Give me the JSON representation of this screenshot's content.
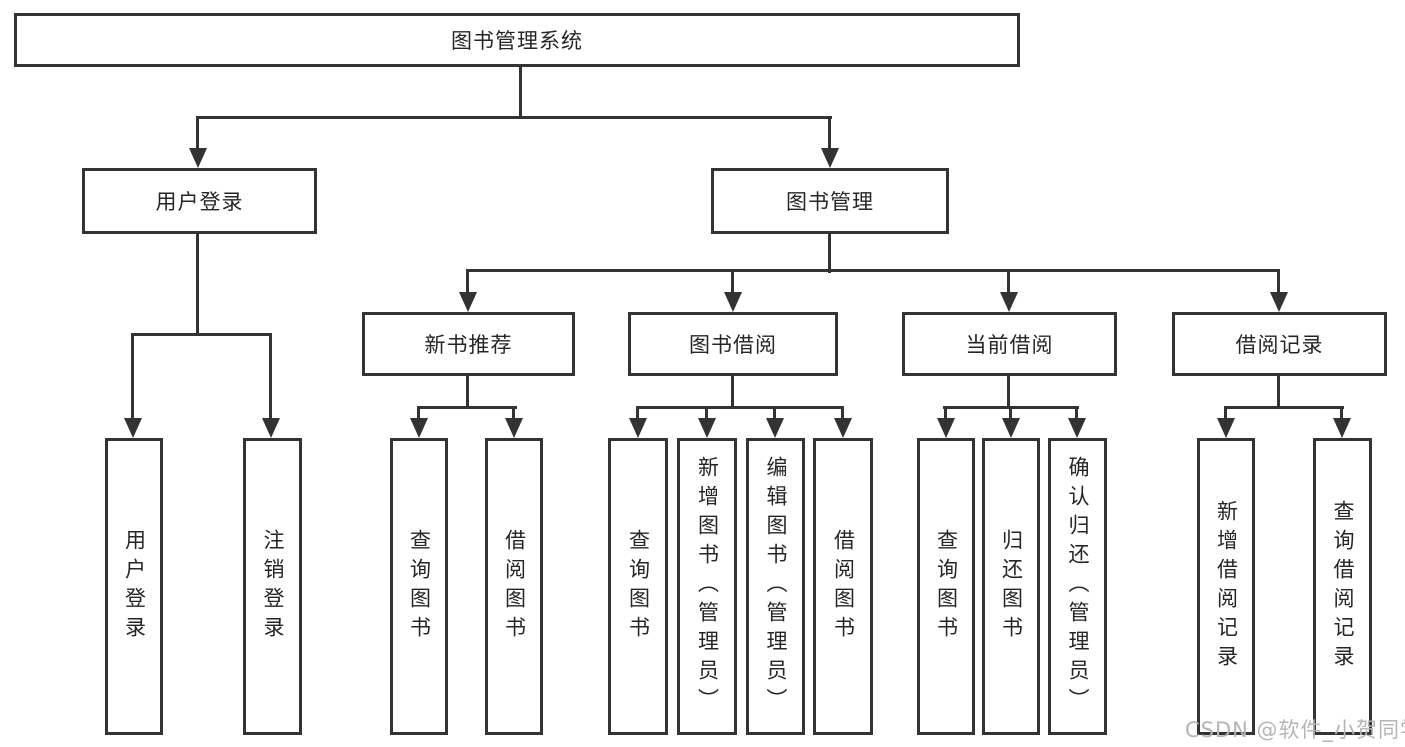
{
  "diagram": {
    "title": "图书管理系统",
    "branches": [
      {
        "label": "用户登录",
        "children": [
          {
            "label": "用户登录"
          },
          {
            "label": "注销登录"
          }
        ]
      },
      {
        "label": "图书管理",
        "children": [
          {
            "label": "新书推荐",
            "children": [
              {
                "label": "查询图书"
              },
              {
                "label": "借阅图书"
              }
            ]
          },
          {
            "label": "图书借阅",
            "children": [
              {
                "label": "查询图书"
              },
              {
                "label": "新增图书（管理员）"
              },
              {
                "label": "编辑图书（管理员）"
              },
              {
                "label": "借阅图书"
              }
            ]
          },
          {
            "label": "当前借阅",
            "children": [
              {
                "label": "查询图书"
              },
              {
                "label": "归还图书"
              },
              {
                "label": "确认归还（管理员）"
              }
            ]
          },
          {
            "label": "借阅记录",
            "children": [
              {
                "label": "新增借阅记录"
              },
              {
                "label": "查询借阅记录"
              }
            ]
          }
        ]
      }
    ]
  },
  "watermark": {
    "text": "CSDN @软件_小贺同学"
  },
  "colors": {
    "line": "#333333",
    "text": "#262626",
    "watermark_text": "#b5b5b5",
    "background": "#ffffff"
  }
}
